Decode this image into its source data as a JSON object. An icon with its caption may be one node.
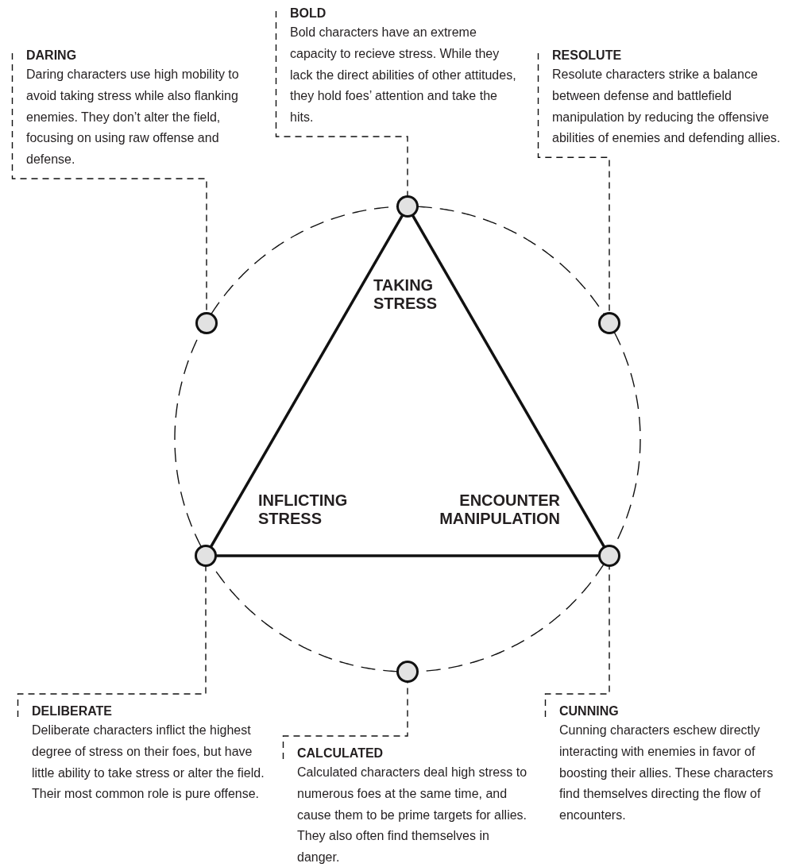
{
  "diagram": {
    "nodes": [
      {
        "text": [
          "BOLD",
          "Bold characters have an extreme capacity to recieve stress. While they lack the direct abilities of other attitudes, they hold foes’ attention and take the hits."
        ]
      },
      {
        "text": [
          "DARING",
          "Daring characters use high mobility to avoid taking stress while also flanking enemies. They don’t alter the field, focusing on using raw offense and defense."
        ]
      },
      {
        "text": [
          "RESOLUTE",
          "Resolute characters strike a balance between defense and battlefield manipulation by reducing the offensive abilities of enemies and defending allies."
        ]
      },
      {
        "text": [],
        "shape": "circle"
      },
      {
        "text": [],
        "shape": "circle"
      },
      {
        "text": [],
        "shape": "circle"
      },
      {
        "text": [],
        "shape": "circle"
      },
      {
        "text": [],
        "shape": "circle"
      },
      {
        "text": [],
        "shape": "circle"
      },
      {
        "text": [
          "DELIBERATE",
          "Deliberate characters inflict the highest degree of stress on their foes, but have little ability to take stress or alter the field. Their most common role is pure offense."
        ]
      },
      {
        "text": [
          "CUNNING",
          "Cunning characters eschew directly interacting with enemies in favor of boosting their allies. These characters find themselves directing the flow of encounters."
        ]
      },
      {
        "text": [
          "CALCULATED",
          "Calculated characters deal high stress to numerous foes at the same time, and cause them to be prime targets for allies. They also often find themselves in danger."
        ]
      }
    ],
    "edges": [
      {
        "from": 3,
        "to": 6,
        "arrow": "none",
        "style": "thick"
      },
      {
        "from": 6,
        "to": 7,
        "arrow": "none",
        "style": "thick"
      },
      {
        "from": 7,
        "to": 3,
        "arrow": "none",
        "style": "thick"
      },
      {
        "from": 3,
        "to": 5,
        "arrow": "none",
        "style": "dashed"
      },
      {
        "from": 5,
        "to": 7,
        "arrow": "none",
        "style": "dashed"
      },
      {
        "from": 7,
        "to": 8,
        "arrow": "none",
        "style": "dashed"
      },
      {
        "from": 8,
        "to": 6,
        "arrow": "none",
        "style": "dashed"
      },
      {
        "from": 6,
        "to": 4,
        "arrow": "none",
        "style": "dashed"
      },
      {
        "from": 4,
        "to": 3,
        "arrow": "none",
        "style": "dashed"
      },
      {
        "from": 0,
        "to": 3,
        "arrow": "none",
        "style": "dashed"
      },
      {
        "from": 1,
        "to": 4,
        "arrow": "none",
        "style": "dashed"
      },
      {
        "from": 2,
        "to": 5,
        "arrow": "none",
        "style": "dashed"
      },
      {
        "from": 9,
        "to": 6,
        "arrow": "none",
        "style": "dashed"
      },
      {
        "from": 11,
        "to": 8,
        "arrow": "none",
        "style": "dashed"
      },
      {
        "from": 10,
        "to": 7,
        "arrow": "none",
        "style": "dashed"
      }
    ],
    "labels": [
      "TAKING STRESS",
      "INFLICTING STRESS",
      "ENCOUNTER MANIPULATION"
    ]
  }
}
